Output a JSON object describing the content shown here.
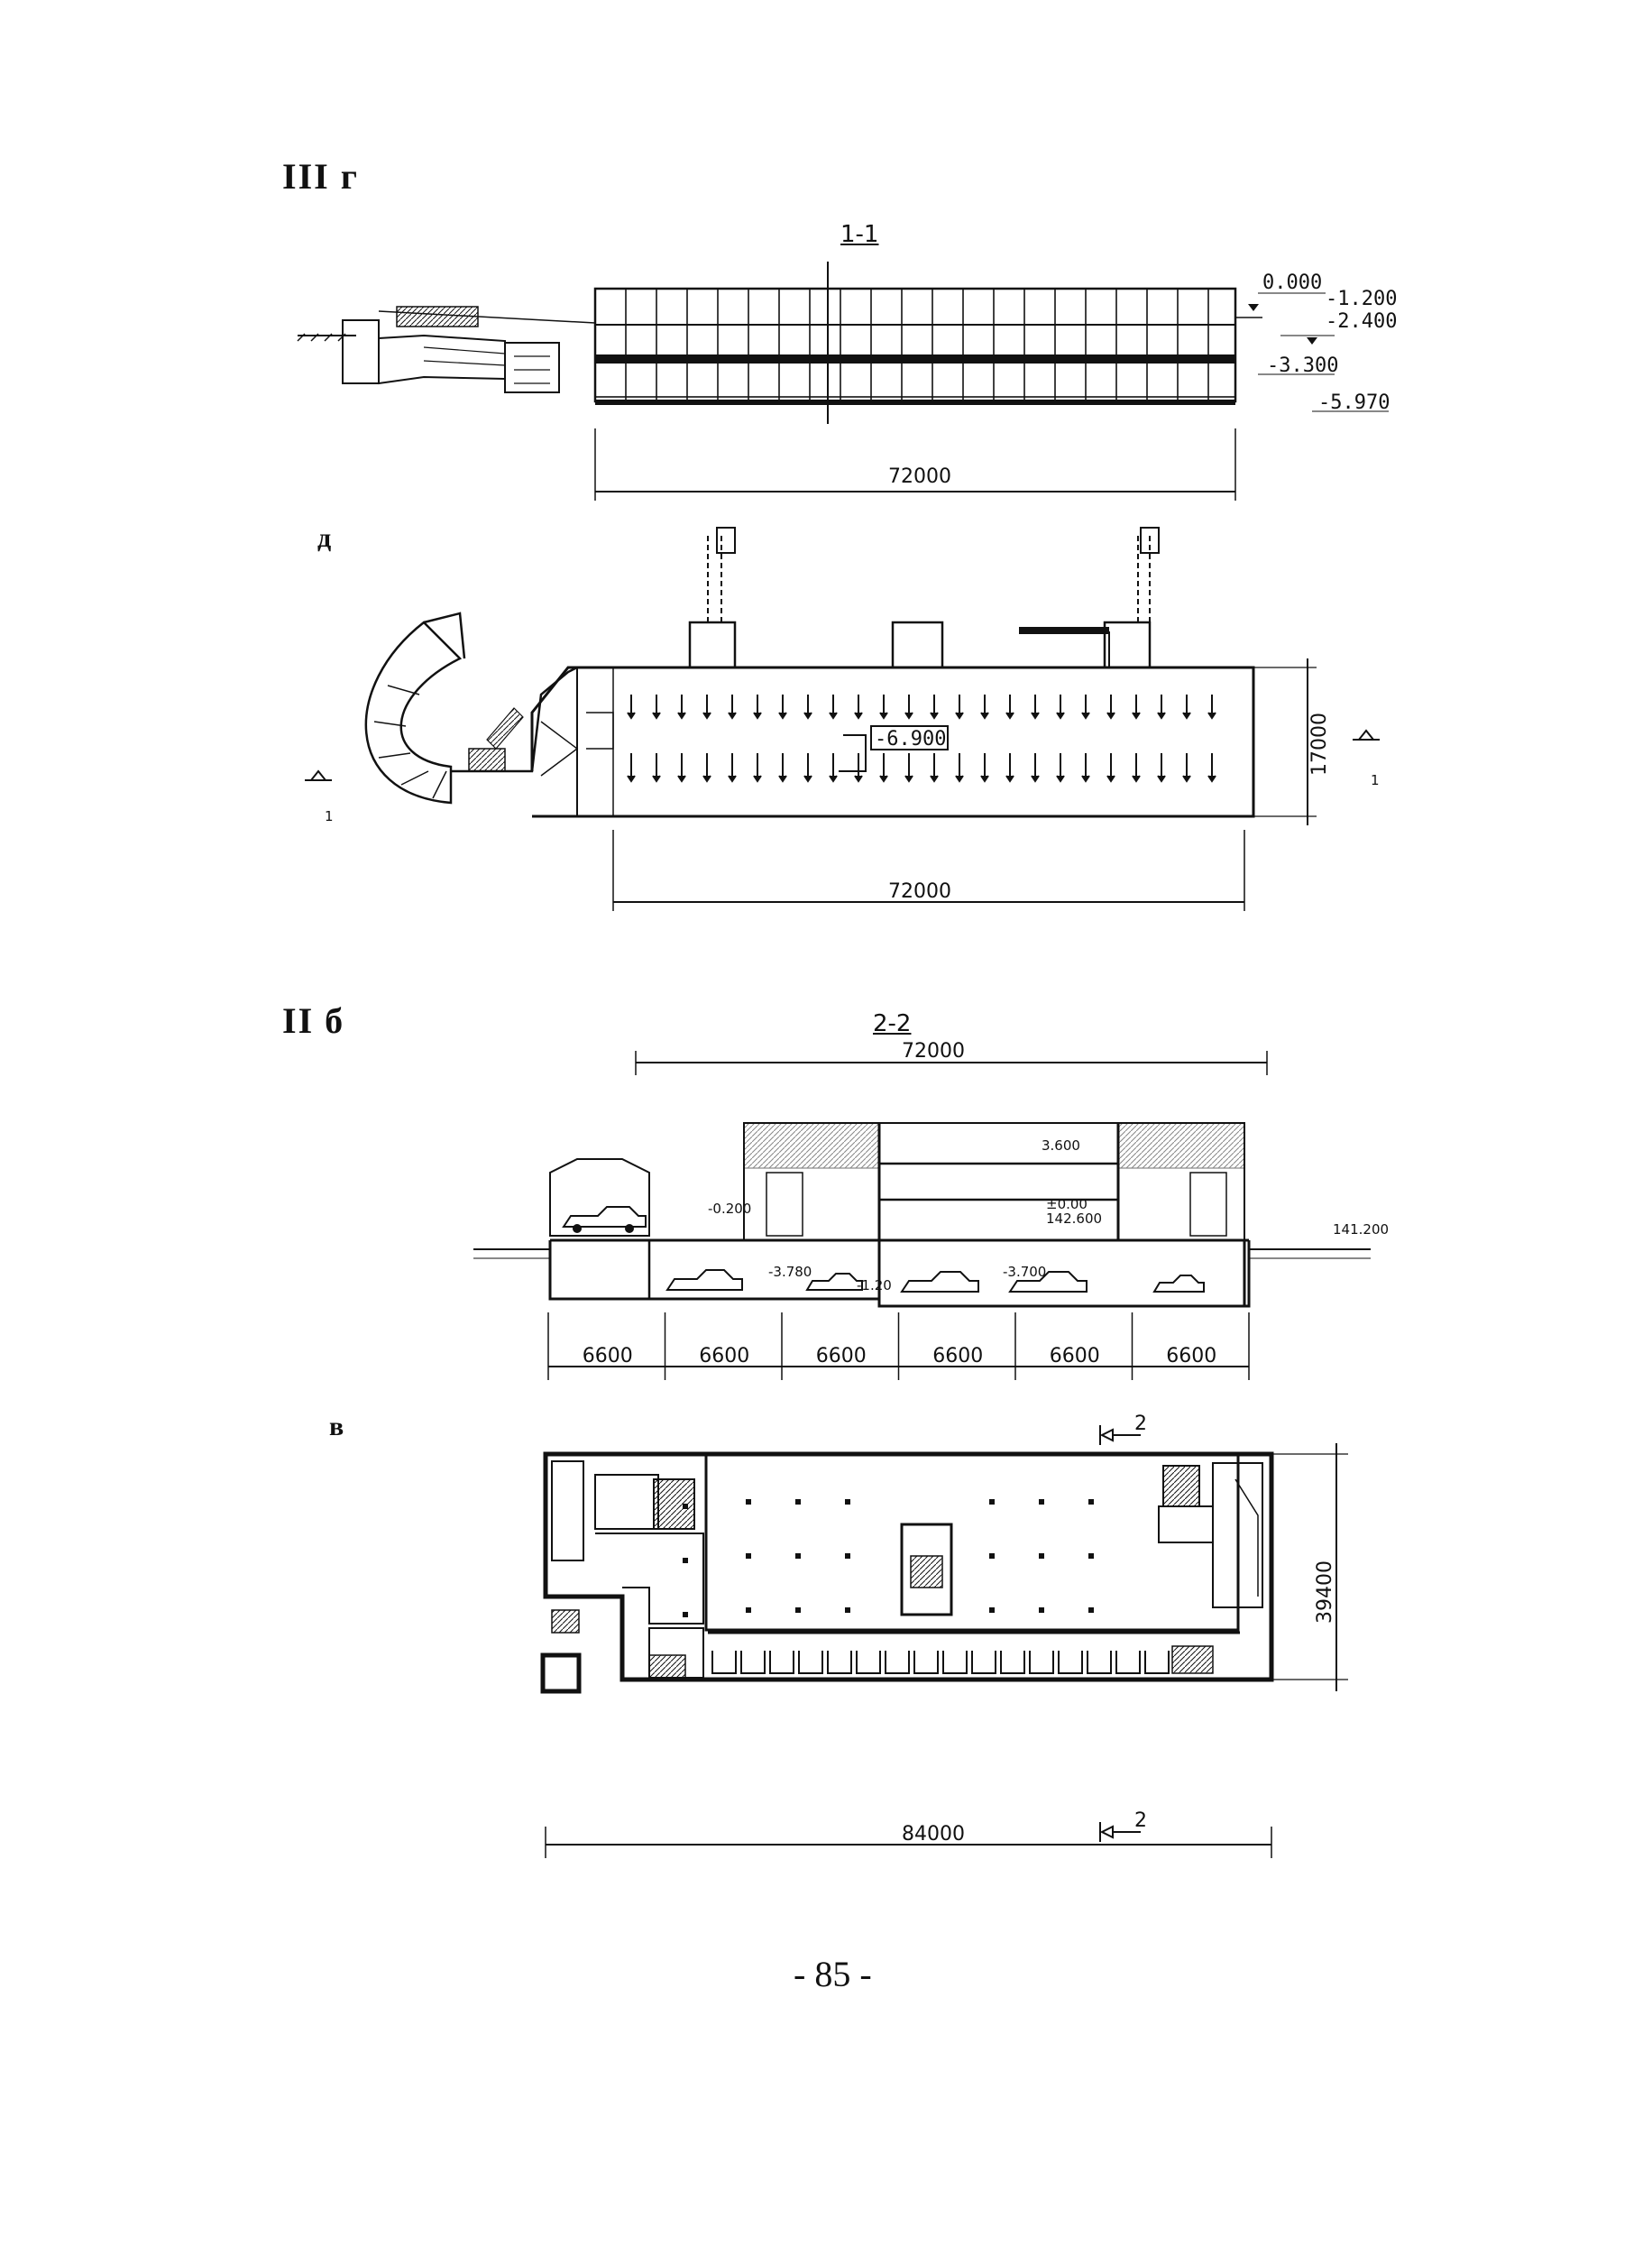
{
  "headers": {
    "section_III": "III г",
    "section_d": "д",
    "section_II": "II б",
    "section_v": "в"
  },
  "section_1_1": {
    "title": "1-1",
    "dimension": "72000",
    "levels": [
      "0.000",
      "-1.200",
      "-2.400",
      "-3.300",
      "-5.970"
    ]
  },
  "plan_d": {
    "dimension_length": "72000",
    "dimension_width": "17000",
    "level": "-6.900",
    "cut_marker": "1"
  },
  "section_2_2": {
    "title": "2-2",
    "dimension_total": "72000",
    "spans": [
      "6600",
      "6600",
      "6600",
      "6600",
      "6600",
      "6600"
    ],
    "levels": [
      "3.600",
      "-0.200",
      "±0.00",
      "142.600",
      "-3.780",
      "-1.20",
      "-3.700",
      "141.200"
    ]
  },
  "plan_v": {
    "dimension_length": "84000",
    "dimension_width": "39400",
    "cut_marker": "2"
  },
  "page_number": "- 85 -"
}
